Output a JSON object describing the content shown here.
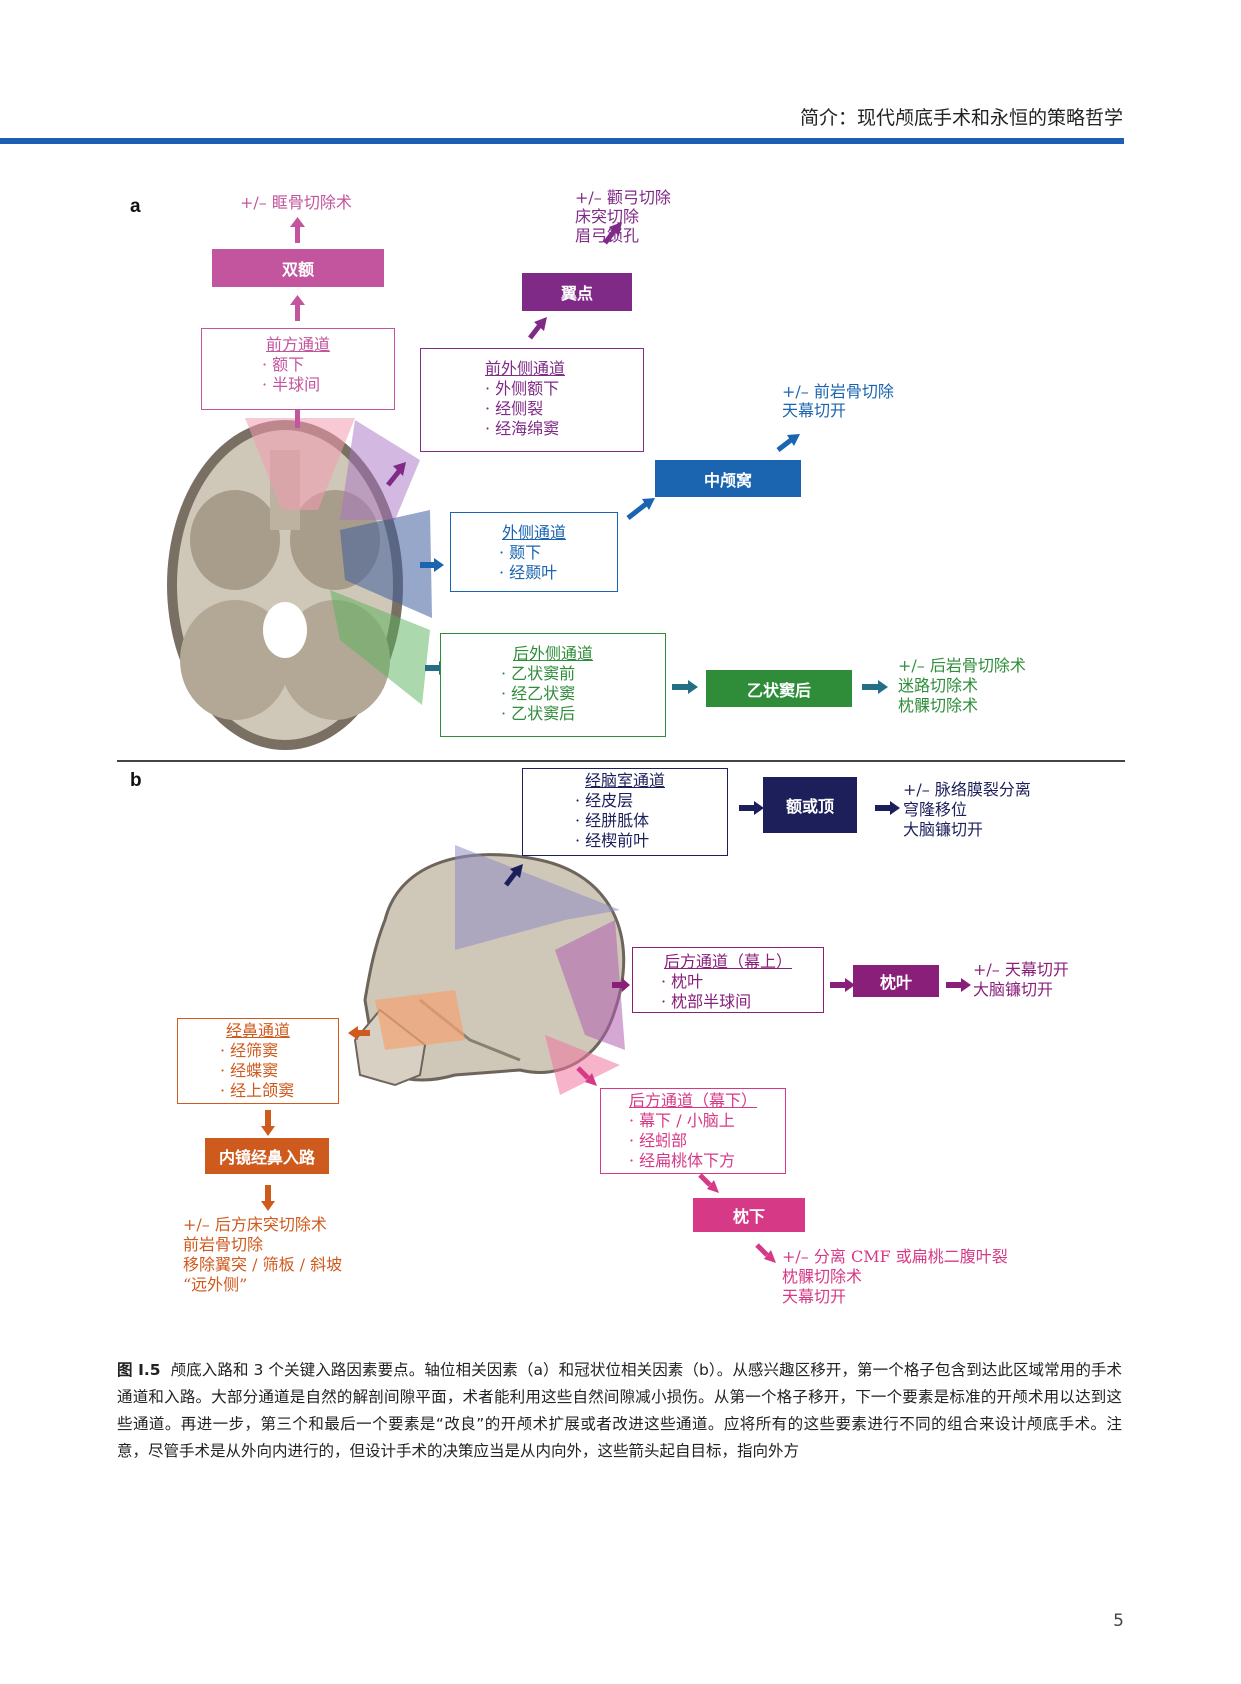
{
  "header": {
    "title": "简介：现代颅底手术和永恒的策略哲学"
  },
  "panels": {
    "a_label": "a",
    "b_label": "b"
  },
  "panel_a": {
    "bifrontal": {
      "top_note": "+/– 眶骨切除术",
      "label": "双额"
    },
    "anterior": {
      "title": "前方通道",
      "items": [
        "额下",
        "半球间"
      ]
    },
    "pterional": {
      "notes": [
        "+/– 颧弓切除",
        "床突切除",
        "眉弓锁孔"
      ],
      "label": "翼点"
    },
    "anterolateral": {
      "title": "前外侧通道",
      "items": [
        "外侧额下",
        "经侧裂",
        "经海绵窦"
      ]
    },
    "middle_fossa": {
      "notes": [
        "+/– 前岩骨切除",
        "天幕切开"
      ],
      "label": "中颅窝"
    },
    "lateral": {
      "title": "外侧通道",
      "items": [
        "颞下",
        "经颞叶"
      ]
    },
    "posterolateral": {
      "title": "后外侧通道",
      "items": [
        "乙状窦前",
        "经乙状窦",
        "乙状窦后"
      ]
    },
    "retrosigmoid": {
      "label": "乙状窦后",
      "notes": [
        "+/– 后岩骨切除术",
        "迷路切除术",
        "枕髁切除术"
      ]
    }
  },
  "panel_b": {
    "transventricular": {
      "title": "经脑室通道",
      "items": [
        "经皮层",
        "经胼胝体",
        "经楔前叶"
      ]
    },
    "frontal_parietal": {
      "label": "额或顶",
      "notes": [
        "+/– 脉络膜裂分离",
        "穹隆移位",
        "大脑镰切开"
      ]
    },
    "posterior_supra": {
      "title": "后方通道（幕上）",
      "items": [
        "枕叶",
        "枕部半球间"
      ]
    },
    "occipital": {
      "label": "枕叶",
      "notes": [
        "+/– 天幕切开",
        "大脑镰切开"
      ]
    },
    "transnasal": {
      "title": "经鼻通道",
      "items": [
        "经筛窦",
        "经蝶窦",
        "经上颌窦"
      ]
    },
    "endonasal": {
      "label": "内镜经鼻入路",
      "notes": [
        "+/– 后方床突切除术",
        "前岩骨切除",
        "移除翼突 / 筛板 / 斜坡",
        "“远外侧”"
      ]
    },
    "posterior_infra": {
      "title": "后方通道（幕下）",
      "items": [
        "幕下 / 小脑上",
        "经蚓部",
        "经扁桃体下方"
      ]
    },
    "suboccipital": {
      "label": "枕下",
      "notes": [
        "+/– 分离 CMF 或扁桃二腹叶裂",
        "枕髁切除术",
        "天幕切开"
      ]
    }
  },
  "caption": {
    "label": "图 I.5",
    "text": "颅底入路和 3 个关键入路因素要点。轴位相关因素（a）和冠状位相关因素（b）。从感兴趣区移开，第一个格子包含到达此区域常用的手术通道和入路。大部分通道是自然的解剖间隙平面，术者能利用这些自然间隙减小损伤。从第一个格子移开，下一个要素是标准的开颅术用以达到这些通道。再进一步，第三个和最后一个要素是“改良”的开颅术扩展或者改进这些通道。应将所有的这些要素进行不同的组合来设计颅底手术。注意，尽管手术是从外向内进行的，但设计手术的决策应当是从内向外，这些箭头起自目标，指向外方"
  },
  "page_number": "5",
  "colors": {
    "header_rule": "#1d5fb3",
    "pink": "#c2559e",
    "purple": "#7f2a86",
    "blue": "#1a64b0",
    "green": "#2f8d3a",
    "navy": "#1d1f5a",
    "magenta": "#8a1f7a",
    "orange": "#cf5a1e",
    "rose": "#d63a86"
  }
}
